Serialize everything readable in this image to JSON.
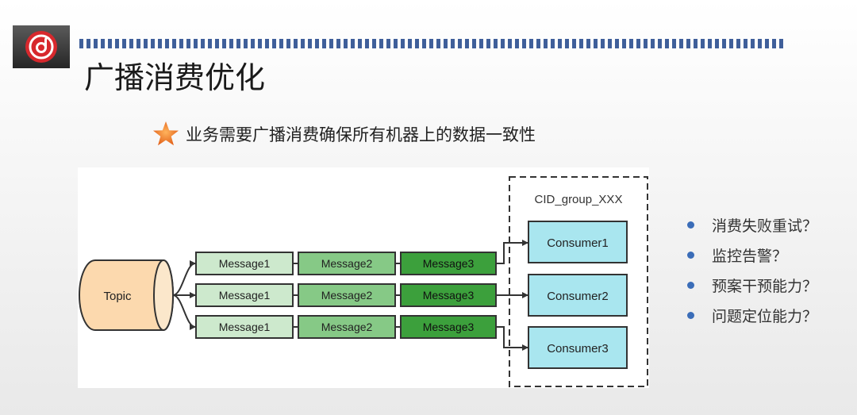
{
  "header": {
    "title": "广播消费优化"
  },
  "subtitle": {
    "text": "业务需要广播消费确保所有机器上的数据一致性"
  },
  "diagram": {
    "topic_label": "Topic",
    "group_label": "CID_group_XXX",
    "rows": [
      [
        "Message1",
        "Message2",
        "Message3"
      ],
      [
        "Message1",
        "Message2",
        "Message3"
      ],
      [
        "Message1",
        "Message2",
        "Message3"
      ]
    ],
    "consumers": [
      "Consumer1",
      "Consumer2",
      "Consumer3"
    ],
    "colors": {
      "topic_fill": "#fcd9ae",
      "message1_fill": "#cde9cd",
      "message2_fill": "#86c986",
      "message3_fill": "#3ca03c",
      "consumer_fill": "#a9e6ef"
    }
  },
  "bullets": [
    "消费失败重试？",
    "监控告警？",
    "预案干预能力？",
    "问题定位能力？"
  ]
}
